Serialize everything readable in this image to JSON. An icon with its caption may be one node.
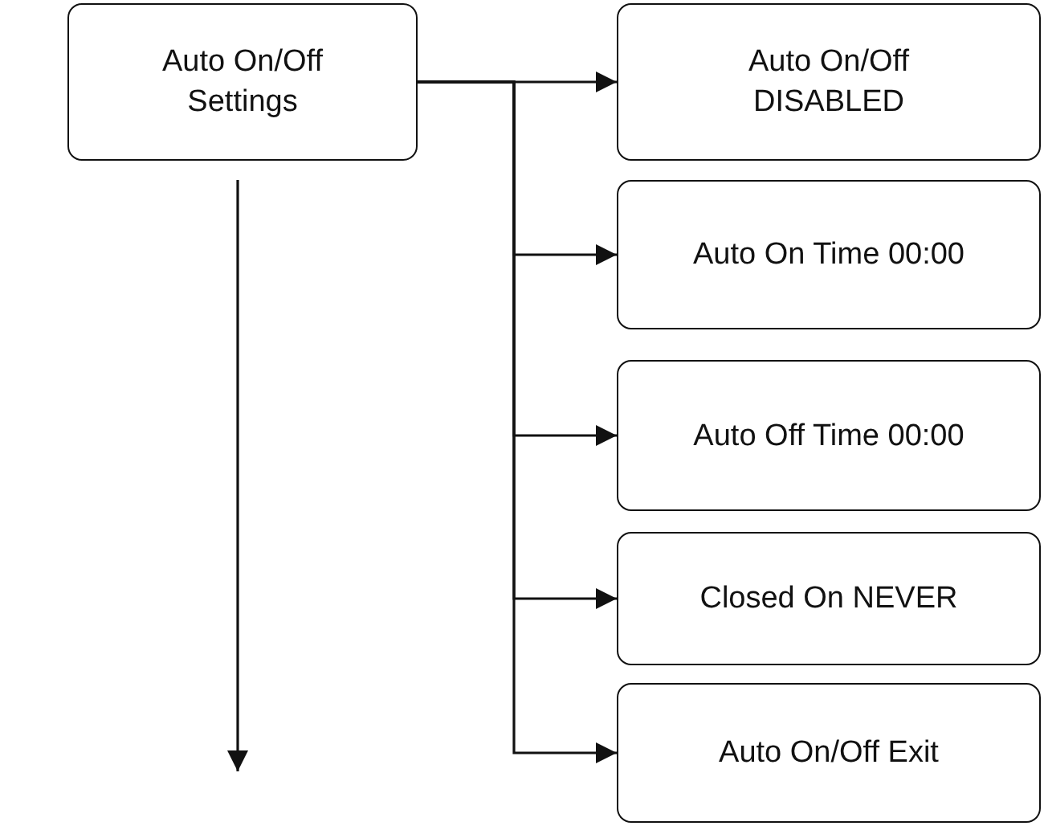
{
  "diagram": {
    "nodes": [
      {
        "text": [
          "Auto On/Off Settings"
        ]
      },
      {
        "text": [
          "Auto On/Off DISABLED"
        ]
      },
      {
        "text": [
          "Auto On Time 00:00"
        ]
      },
      {
        "text": [
          "Auto Off Time 00:00"
        ]
      },
      {
        "text": [
          "Closed On NEVER"
        ]
      },
      {
        "text": [
          "Auto On/Off Exit"
        ]
      }
    ],
    "edges": [
      {
        "from": 0,
        "to": 1,
        "arrow": "to"
      },
      {
        "from": 0,
        "to": 2,
        "arrow": "to"
      },
      {
        "from": 0,
        "to": 3,
        "arrow": "to"
      },
      {
        "from": 0,
        "to": 4,
        "arrow": "to"
      },
      {
        "from": 0,
        "to": 5,
        "arrow": "to"
      },
      {
        "from": 0,
        "to": null,
        "arrow": "to"
      }
    ]
  }
}
